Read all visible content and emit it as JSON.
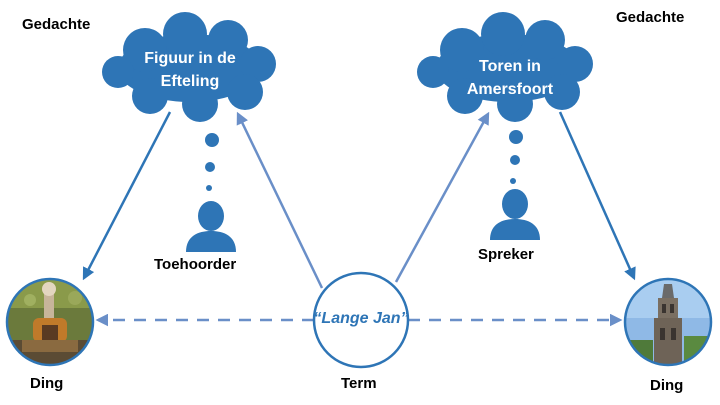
{
  "colors": {
    "cloud": "#2E75B6",
    "arrow": "#2E75B6",
    "arrow_light": "#6A8FC8",
    "term_text": "#2E75B6",
    "label": "#000000"
  },
  "left": {
    "thought_label": "Gedachte",
    "cloud_line1": "Figuur in de",
    "cloud_line2": "Efteling",
    "person_label": "Toehoorder",
    "thing_label": "Ding",
    "thing_icon": "efteling-figure-photo"
  },
  "right": {
    "thought_label": "Gedachte",
    "cloud_line1": "Toren in",
    "cloud_line2": "Amersfoort",
    "person_label": "Spreker",
    "thing_label": "Ding",
    "thing_icon": "tower-photo"
  },
  "center": {
    "term_text": "“Lange Jan”",
    "term_label": "Term"
  }
}
